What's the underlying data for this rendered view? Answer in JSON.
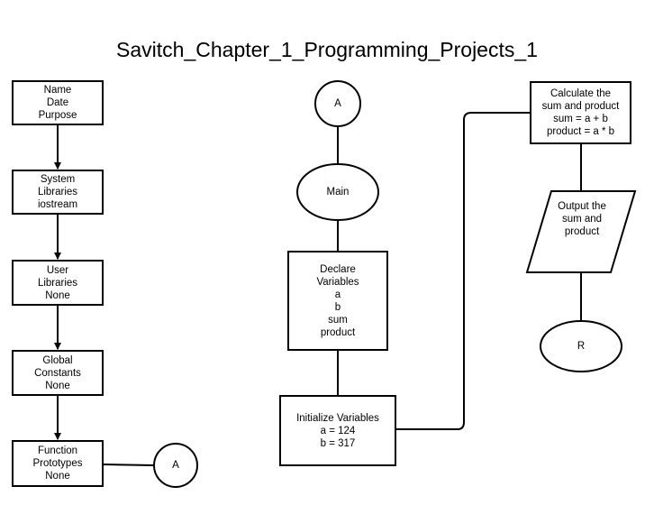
{
  "diagram": {
    "title": "Savitch_Chapter_1_Programming_Projects_1",
    "nodes": {
      "header": {
        "shape": "rect",
        "lines": [
          "Name",
          "Date",
          "Purpose"
        ]
      },
      "system_libraries": {
        "shape": "rect",
        "lines": [
          "System",
          "Libraries",
          "iostream"
        ]
      },
      "user_libraries": {
        "shape": "rect",
        "lines": [
          "User",
          "Libraries",
          "None"
        ]
      },
      "global_constants": {
        "shape": "rect",
        "lines": [
          "Global",
          "Constants",
          "None"
        ]
      },
      "function_prototypes": {
        "shape": "rect",
        "lines": [
          "Function",
          "Prototypes",
          "None"
        ]
      },
      "connector_a_out": {
        "shape": "circle",
        "lines": [
          "A"
        ]
      },
      "connector_a_in": {
        "shape": "circle",
        "lines": [
          "A"
        ]
      },
      "main": {
        "shape": "ellipse",
        "lines": [
          "Main"
        ]
      },
      "declare_variables": {
        "shape": "rect",
        "lines": [
          "Declare",
          "Variables",
          "a",
          "b",
          "sum",
          "product"
        ]
      },
      "initialize_variables": {
        "shape": "rect",
        "lines": [
          "Initialize Variables",
          "a = 124",
          "b = 317"
        ]
      },
      "calculate": {
        "shape": "rect",
        "lines": [
          "Calculate the",
          "sum and product",
          "sum = a + b",
          "product = a * b"
        ]
      },
      "output": {
        "shape": "parallelogram",
        "lines": [
          "Output the",
          "sum and",
          "product"
        ]
      },
      "return": {
        "shape": "ellipse",
        "lines": [
          "R"
        ]
      }
    },
    "edges": [
      {
        "from": "header",
        "to": "system_libraries",
        "arrow": true
      },
      {
        "from": "system_libraries",
        "to": "user_libraries",
        "arrow": true
      },
      {
        "from": "user_libraries",
        "to": "global_constants",
        "arrow": true
      },
      {
        "from": "global_constants",
        "to": "function_prototypes",
        "arrow": true
      },
      {
        "from": "function_prototypes",
        "to": "connector_a_out",
        "arrow": false
      },
      {
        "from": "connector_a_in",
        "to": "main",
        "arrow": false
      },
      {
        "from": "main",
        "to": "declare_variables",
        "arrow": false
      },
      {
        "from": "declare_variables",
        "to": "initialize_variables",
        "arrow": false
      },
      {
        "from": "initialize_variables",
        "to": "calculate",
        "arrow": false
      },
      {
        "from": "calculate",
        "to": "output",
        "arrow": false
      },
      {
        "from": "output",
        "to": "return",
        "arrow": false
      }
    ]
  }
}
